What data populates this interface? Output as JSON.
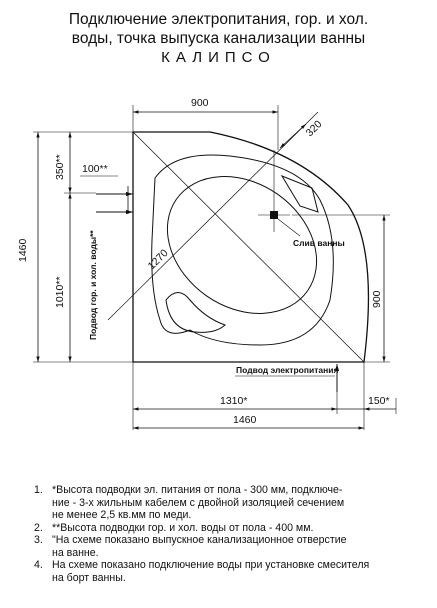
{
  "title": {
    "line1": "Подключение электропитания, гор. и хол.",
    "line2": "воды, точка выпуска канализации ванны",
    "line3": "КАЛИПСО"
  },
  "dimensions": {
    "top_width": "900",
    "offset_320": "320",
    "height_350": "350**",
    "height_100": "100**",
    "total_height": "1460",
    "height_1010": "1010**",
    "diagonal": "1270",
    "right_900": "900",
    "bottom_1310": "1310*",
    "bottom_150": "150*",
    "total_width": "1460"
  },
  "labels": {
    "drain": "Слив ванны",
    "power": "Подвод электропитания",
    "water": "Подвод гор. и хол. воды**"
  },
  "notes": [
    {
      "num": "1.",
      "text": "*Высота подводки эл. питания от пола - 300 мм, подключе-\nние - 3-х жильным кабелем с двойной изоляцией сечением\nне менее 2,5 кв.мм по меди."
    },
    {
      "num": "2.",
      "text": "**Высота подводки гор. и хол. воды от пола - 400 мм."
    },
    {
      "num": "3.",
      "text": "\"На схеме показано выпускное канализационное отверстие\nна ванне."
    },
    {
      "num": "4.",
      "text": "На схеме показано подключение воды при установке смесителя\nна борт ванны."
    }
  ]
}
